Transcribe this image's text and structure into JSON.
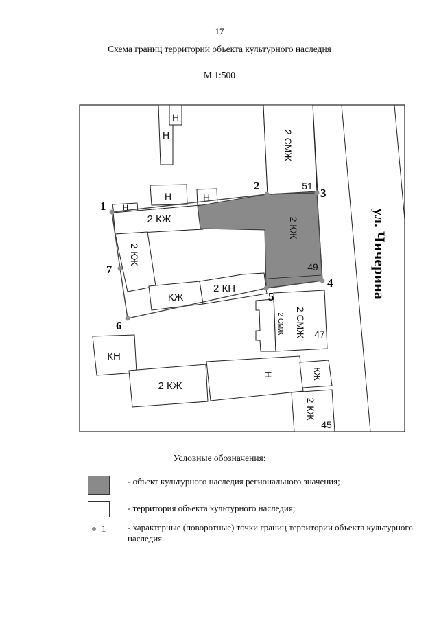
{
  "page_number": "17",
  "title": "Схема границ территории объекта культурного наследия",
  "scale": "М 1:500",
  "map": {
    "street_name": "ул. Чичерина",
    "buildings": [
      "Н",
      "Н",
      "2 СМЖ",
      "Н",
      "Н",
      "Н",
      "2 КЖ",
      "2 КЖ",
      "2 КЖ",
      "КЖ",
      "2 КН",
      "2 СМЖ",
      "2 СМЖ",
      "КН",
      "2 КЖ",
      "Н",
      "КЖ",
      "2 КЖ"
    ],
    "house_numbers": [
      "51",
      "49",
      "47",
      "45"
    ],
    "points": [
      "1",
      "2",
      "3",
      "4",
      "5",
      "6",
      "7"
    ]
  },
  "legend": {
    "title": "Условные обозначения:",
    "items": [
      "- объект культурного наследия регионального значения;",
      "- территория объекта культурного наследия;",
      "- характерные (поворотные) точки границ территории объекта культурного наследия."
    ],
    "point_sample_label": "1"
  },
  "colors": {
    "heritage_object": "#8a8a8a",
    "boundary_point": "#8f8f8f"
  }
}
